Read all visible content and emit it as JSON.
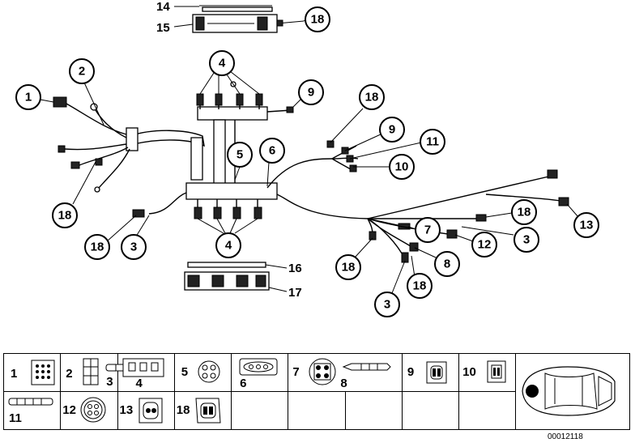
{
  "diagram": {
    "callouts": [
      {
        "id": "c-14",
        "label": "14"
      },
      {
        "id": "c-15",
        "label": "15"
      },
      {
        "id": "c-18a",
        "label": "18"
      },
      {
        "id": "c-4a",
        "label": "4"
      },
      {
        "id": "c-9a",
        "label": "9"
      },
      {
        "id": "c-1",
        "label": "1"
      },
      {
        "id": "c-2",
        "label": "2"
      },
      {
        "id": "c-18b",
        "label": "18"
      },
      {
        "id": "c-9b",
        "label": "9"
      },
      {
        "id": "c-11",
        "label": "11"
      },
      {
        "id": "c-10",
        "label": "10"
      },
      {
        "id": "c-6",
        "label": "6"
      },
      {
        "id": "c-5",
        "label": "5"
      },
      {
        "id": "c-13",
        "label": "13"
      },
      {
        "id": "c-18c",
        "label": "18"
      },
      {
        "id": "c-7",
        "label": "7"
      },
      {
        "id": "c-3a",
        "label": "3"
      },
      {
        "id": "c-12",
        "label": "12"
      },
      {
        "id": "c-18d",
        "label": "18"
      },
      {
        "id": "c-8",
        "label": "8"
      },
      {
        "id": "c-18e",
        "label": "18"
      },
      {
        "id": "c-3b",
        "label": "3"
      },
      {
        "id": "c-18f",
        "label": "18"
      },
      {
        "id": "c-3c",
        "label": "3"
      },
      {
        "id": "c-4b",
        "label": "4"
      },
      {
        "id": "c-18g",
        "label": "18"
      }
    ],
    "plain_labels": {
      "p14": "14",
      "p15": "15",
      "p16": "16",
      "p17": "17"
    }
  },
  "legend": {
    "row1": [
      "1",
      "2",
      "3",
      "4",
      "5",
      "6",
      "7",
      "8",
      "9",
      "10"
    ],
    "row2": [
      "11",
      "12",
      "13",
      "18"
    ]
  },
  "diagram_id": "00012118"
}
